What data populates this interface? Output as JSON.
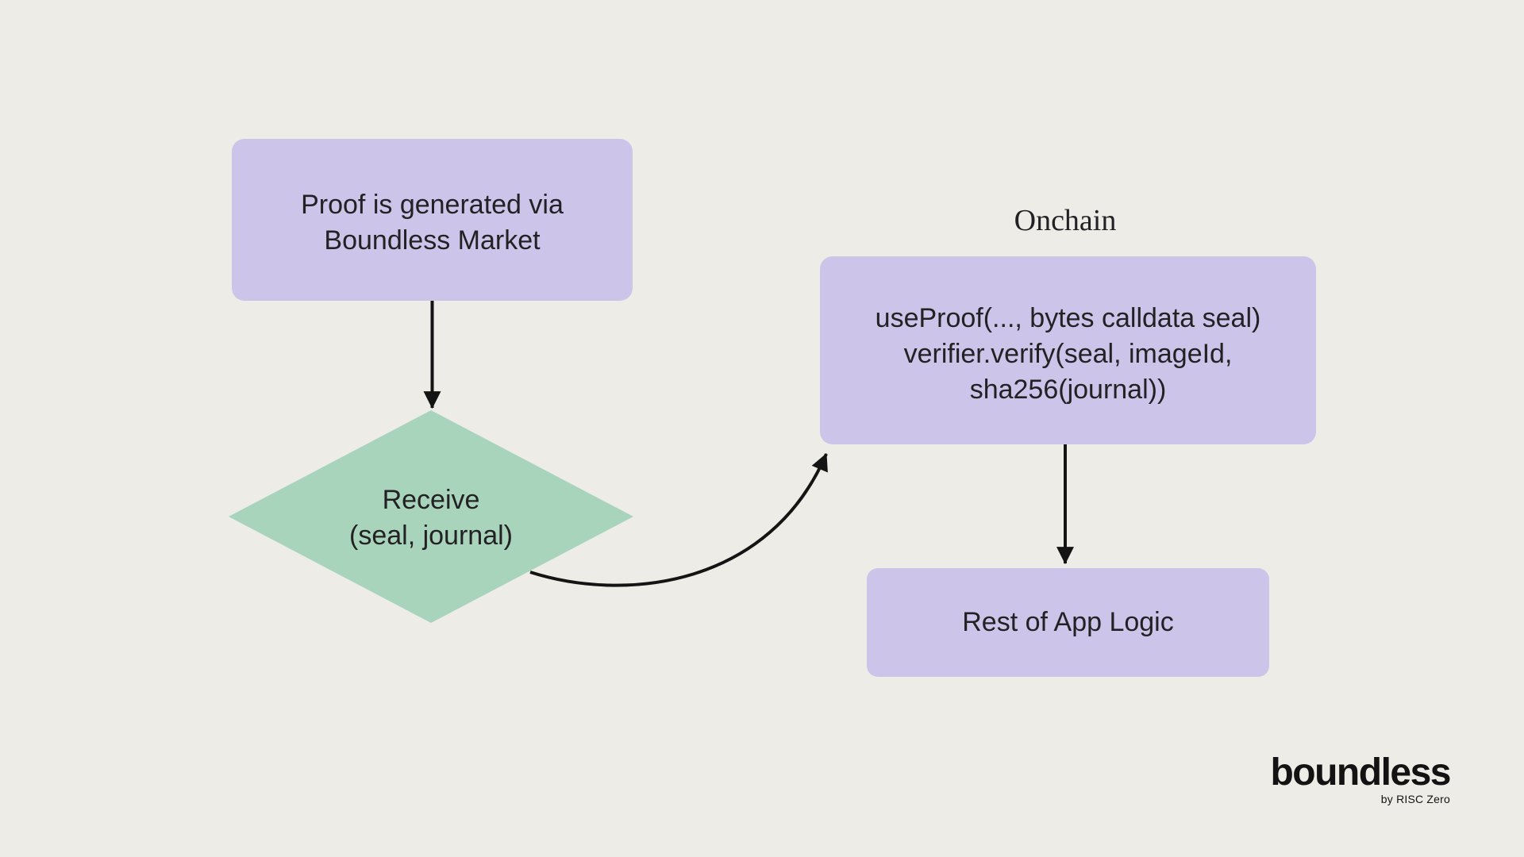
{
  "title": "Boundless proof flow diagram",
  "colors": {
    "background": "#edece7",
    "node_purple": "#cdc4ea",
    "node_green": "#a9d4bc",
    "text": "#242124",
    "arrow": "#141414",
    "brand": "#131313"
  },
  "nodes": {
    "proof_box": {
      "lines": [
        "Proof is generated via",
        "Boundless Market"
      ]
    },
    "receive_diamond": {
      "lines": [
        "Receive",
        "(seal, journal)"
      ]
    },
    "verify_box": {
      "lines": [
        "useProof(..., bytes calldata seal)",
        "verifier.verify(seal, imageId,",
        "sha256(journal))"
      ]
    },
    "app_logic_box": {
      "lines": [
        "Rest of App Logic"
      ]
    }
  },
  "labels": {
    "onchain": "Onchain"
  },
  "branding": {
    "logo": "boundless",
    "byline": "by RISC Zero"
  }
}
